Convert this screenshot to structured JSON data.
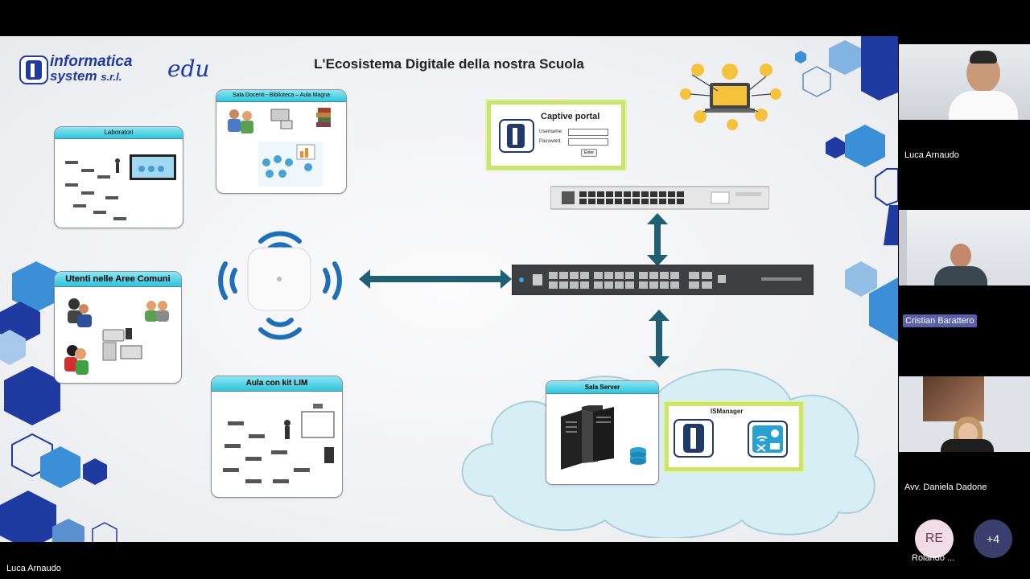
{
  "slide": {
    "title": "L'Ecosistema Digitale della nostra Scuola",
    "logo": {
      "line1": "informatica",
      "line2": "system",
      "suffix": "s.r.l.",
      "edu": "edu"
    },
    "panels": {
      "laboratori": "Laboratori",
      "sala_docenti": "Sala Docenti - Biblioteca – Aula Magna",
      "utenti": "Utenti nelle Aree Comuni",
      "aula_lim": "Aula con kit LIM",
      "sala_server": "Sala Server"
    },
    "captive_portal": {
      "title": "Captive portal",
      "username_label": "Username:",
      "password_label": "Password:",
      "enter_label": "Enter"
    },
    "ismanager": {
      "title": "ISManager"
    }
  },
  "participants": [
    {
      "name": "Luca Arnaudo"
    },
    {
      "name": "Cristian Barattero"
    },
    {
      "name": "Avv. Daniela Dadone"
    }
  ],
  "extra": {
    "avatar_initials": "RE",
    "avatar_name": "Rolando ...",
    "more_count": "+4"
  },
  "speaker": {
    "name": "Luca Arnaudo"
  },
  "colors": {
    "accent_blue": "#1f5ba8",
    "cyan_header": "#2fc4db",
    "green_frame": "#c9e56a",
    "arrow": "#1f5f73",
    "name_pill": "#5a5fa8"
  }
}
